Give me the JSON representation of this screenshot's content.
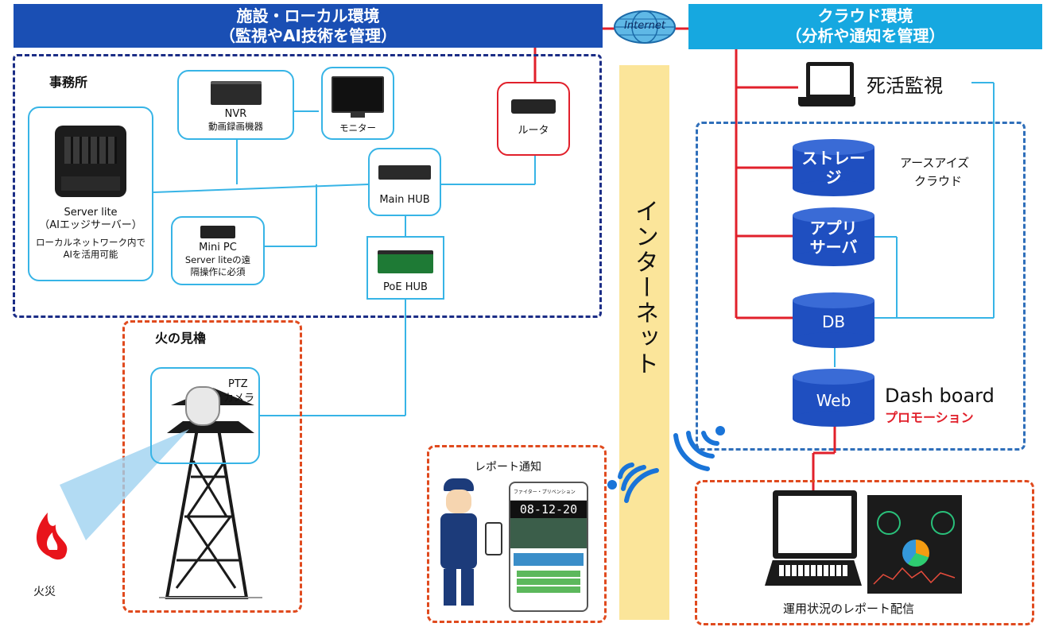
{
  "banners": {
    "local": {
      "line1": "施設・ローカル環境",
      "line2": "（監視やAI技術を管理）"
    },
    "cloud": {
      "line1": "クラウド環境",
      "line2": "（分析や通知を管理）"
    },
    "internet_cloud": "Internet"
  },
  "office": {
    "title": "事務所",
    "server": {
      "name": "Server lite",
      "sub": "（AIエッジサーバー）",
      "desc1": "ローカルネットワーク内で",
      "desc2": "AIを活用可能"
    },
    "nvr": {
      "name": "NVR",
      "sub": "動画録画機器"
    },
    "monitor": {
      "name": "モニター"
    },
    "router": {
      "name": "ルータ"
    },
    "main_hub": {
      "name": "Main HUB"
    },
    "mini_pc": {
      "name": "Mini PC",
      "desc1": "Server liteの遠",
      "desc2": "隔操作に必須"
    },
    "poe_hub": {
      "name": "PoE HUB"
    }
  },
  "tower": {
    "title": "火の見櫓",
    "camera": {
      "line1": "PTZ",
      "line2": "カメラ"
    },
    "fire": "火災"
  },
  "internet_band": "インターネット",
  "report": {
    "title": "レポート通知",
    "phone_header": "ファイター・プリベンション",
    "phone_time": "08-12-20"
  },
  "cloud": {
    "monitor_label": "死活監視",
    "cloud_name_line1": "アースアイズ",
    "cloud_name_line2": "クラウド",
    "storage": {
      "line1": "ストレー",
      "line2": "ジ"
    },
    "app": {
      "line1": "アプリ",
      "line2": "サーバ"
    },
    "db": "DB",
    "web": "Web",
    "dashboard": "Dash board",
    "promotion": "プロモーション",
    "report_label": "運用状況のレポート配信"
  },
  "colors": {
    "banner_blue": "#1a4fb4",
    "banner_cyan": "#16a8e0",
    "line_red": "#e1202b",
    "line_cyan": "#37b4e6",
    "cylinder": "#1f4fc0",
    "internet_band": "#fbe59a"
  }
}
